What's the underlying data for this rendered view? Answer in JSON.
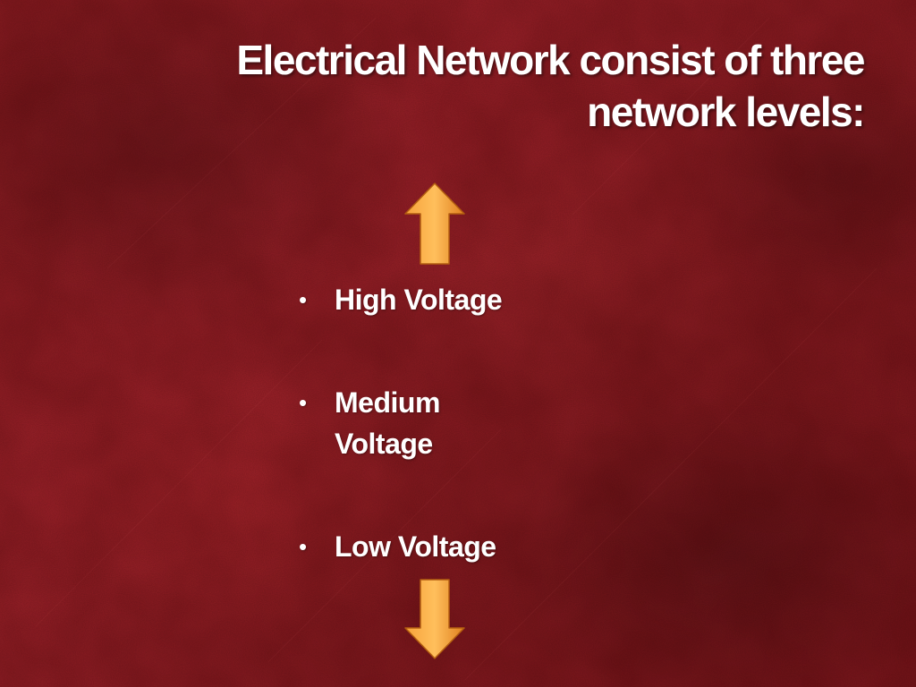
{
  "slide": {
    "title_line_1": "Electrical Network consist of three",
    "title_line_2": "network levels:",
    "bullets": [
      {
        "marker": "•",
        "text": "High Voltage"
      },
      {
        "marker": "•",
        "text": "Medium Voltage"
      },
      {
        "marker": "•",
        "text": "Low Voltage"
      }
    ],
    "arrows": [
      {
        "icon": "arrow-up-icon",
        "color": "#f29a2e"
      },
      {
        "icon": "arrow-down-icon",
        "color": "#f29a2e"
      }
    ],
    "colors": {
      "background": "#8b1a1f",
      "text": "#ffffff",
      "arrow": "#f29a2e"
    }
  }
}
